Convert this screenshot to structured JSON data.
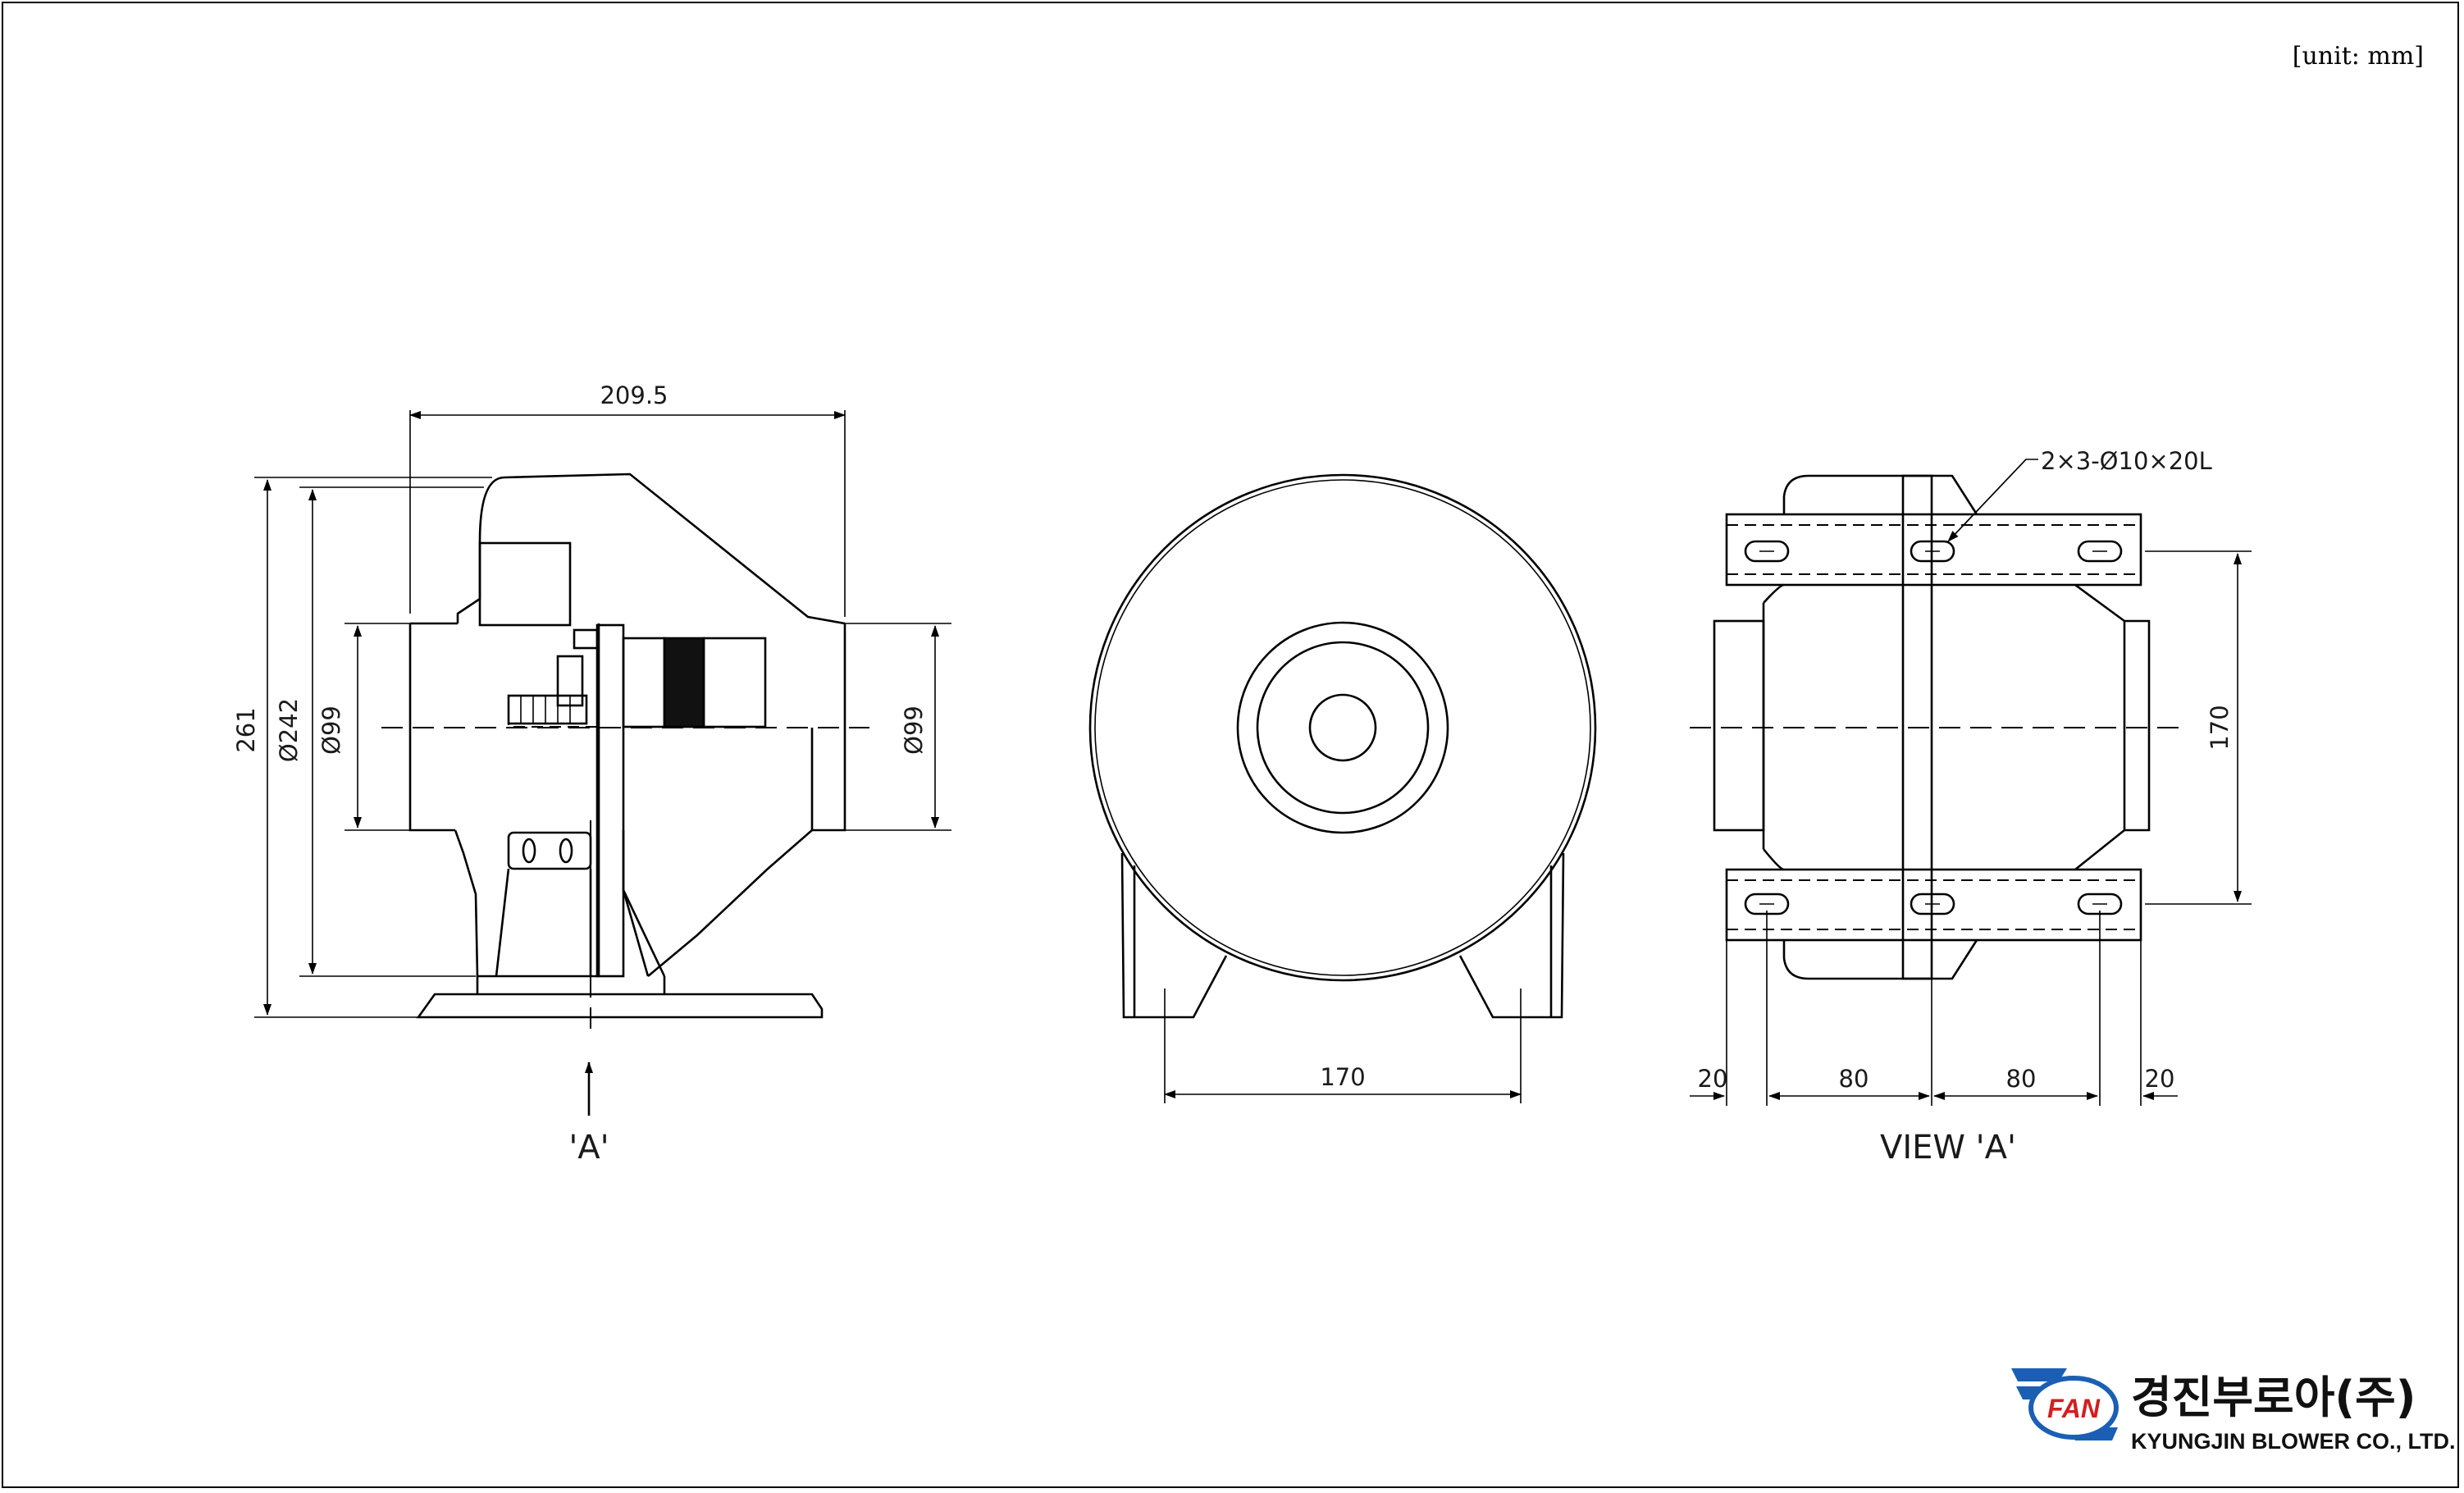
{
  "unit_label": "[unit: mm]",
  "side_view": {
    "dim_width": "209.5",
    "dim_height_total": "261",
    "dim_body_dia": "Ø242",
    "dim_inlet_dia": "Ø99",
    "dim_outlet_dia": "Ø99",
    "arrow_label": "'A'"
  },
  "front_view": {
    "dim_foot_span": "170"
  },
  "view_a": {
    "title": "VIEW 'A'",
    "slot_callout": "2×3-Ø10×20L",
    "dim_slot_spacing": "170",
    "dim_edge_left": "20",
    "dim_pitch_1": "80",
    "dim_pitch_2": "80",
    "dim_edge_right": "20"
  },
  "brand": {
    "logo_text": "FAN",
    "name_ko": "경진부로아(주)",
    "name_en": "KYUNGJIN BLOWER CO., LTD.",
    "logo_color": "#1a5fb4"
  }
}
